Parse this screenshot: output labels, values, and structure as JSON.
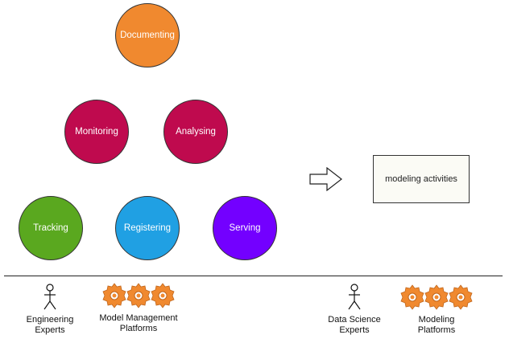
{
  "activities": {
    "documenting": {
      "label": "Documenting",
      "color": "#f0892f"
    },
    "monitoring": {
      "label": "Monitoring",
      "color": "#bf0a4e"
    },
    "analysing": {
      "label": "Analysing",
      "color": "#bf0a4e"
    },
    "tracking": {
      "label": "Tracking",
      "color": "#5aa81f"
    },
    "registering": {
      "label": "Registering",
      "color": "#20a0e3"
    },
    "serving": {
      "label": "Serving",
      "color": "#7300ff"
    }
  },
  "result_box": {
    "label": "modeling activities"
  },
  "legend": {
    "left_actor": {
      "line1": "Engineering",
      "line2": "Experts"
    },
    "left_gears": {
      "line1": "Model Management",
      "line2": "Platforms"
    },
    "right_actor": {
      "line1": "Data Science",
      "line2": "Experts"
    },
    "right_gears": {
      "line1": "Modeling",
      "line2": "Platforms"
    }
  },
  "icons": {
    "actor": "stick-figure-icon",
    "gear": "gear-icon",
    "arrow": "right-arrow-icon"
  },
  "gear_color": "#f0892f"
}
